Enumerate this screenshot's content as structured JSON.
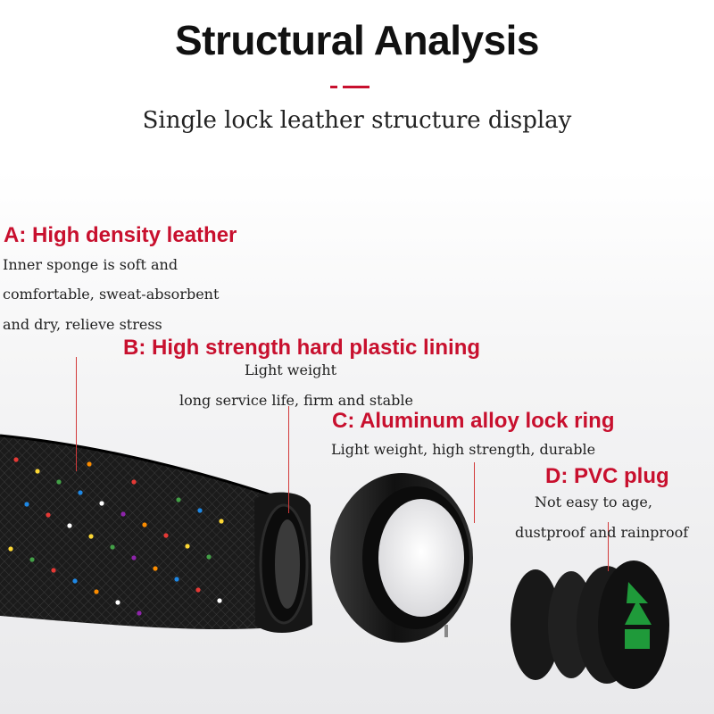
{
  "header": {
    "title": "Structural Analysis",
    "subtitle": "Single lock leather structure display"
  },
  "labels": {
    "a": {
      "heading": "A: High density leather",
      "lines": [
        "Inner sponge is soft and",
        "comfortable, sweat-absorbent",
        "and dry, relieve stress"
      ]
    },
    "b": {
      "heading": "B: High strength hard plastic lining",
      "lines": [
        "Light weight",
        "long service life, firm and stable"
      ]
    },
    "c": {
      "heading": "C: Aluminum alloy lock ring",
      "lines": [
        "Light weight, high strength, durable"
      ]
    },
    "d": {
      "heading": "D: PVC plug",
      "lines": [
        "Not easy to age,",
        "dustproof and rainproof"
      ]
    }
  },
  "colors": {
    "accent": "#c8102e",
    "leather": "#1a1a1a",
    "ring": "#151515",
    "plug_logo": "#1f9a3a"
  }
}
